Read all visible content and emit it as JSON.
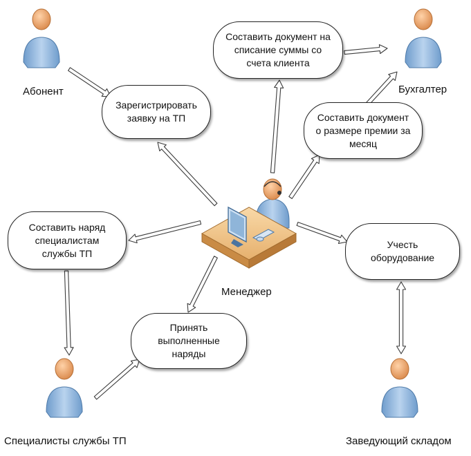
{
  "actors": {
    "subscriber": "Абонент",
    "accountant": "Бухгалтер",
    "tech_specialists": "Специалисты службы ТП",
    "warehouse_manager": "Заведующий складом"
  },
  "manager": {
    "label": "Менеджер"
  },
  "use_cases": {
    "register_request": "Зарегистрировать заявку на ТП",
    "write_off_document": "Составить документ на списание суммы со счета клиента",
    "bonus_document": "Составить документ о размере премии за месяц",
    "work_order": "Составить наряд специалистам службы ТП",
    "equipment_accounting": "Учесть оборудование",
    "accept_orders": "Принять выполненные наряды"
  },
  "colors": {
    "person_body": "#8fb5d9",
    "person_head": "#f0a86a",
    "desk_top": "#f3c98e",
    "arrow_fill": "#ffffff",
    "arrow_stroke": "#3b3b3b"
  },
  "icons": [
    "person-icon",
    "manager-workstation-icon"
  ]
}
